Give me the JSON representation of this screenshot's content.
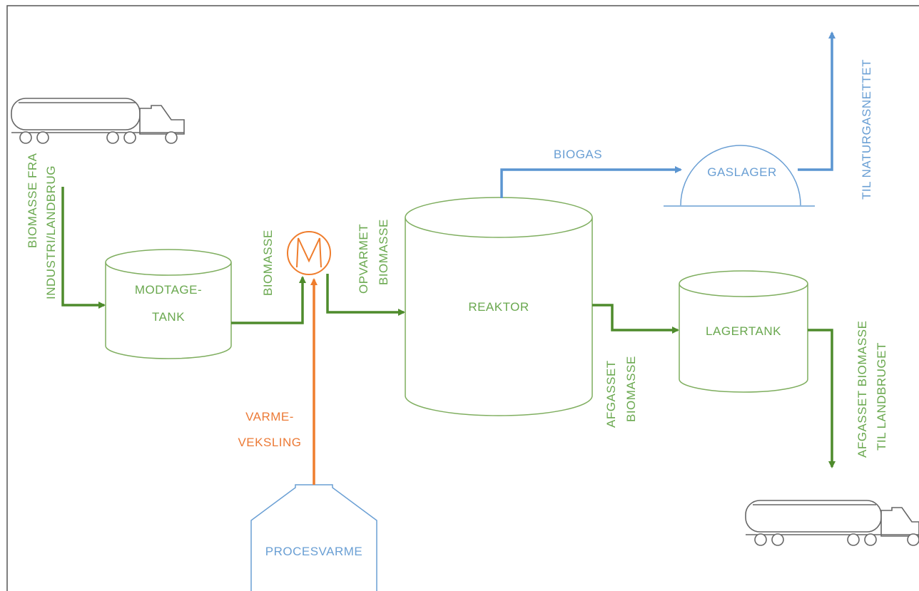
{
  "diagram": {
    "colors": {
      "green_text": "#6aa84f",
      "green_flow": "#4e8b2c",
      "blue_flow": "#5b95d1",
      "orange_flow": "#ef7d2d",
      "outline": "#7fae5f",
      "truck_outline": "#666666"
    },
    "nodes": {
      "modtagetank_line1": "MODTAGE-",
      "modtagetank_line2": "TANK",
      "reaktor": "REAKTOR",
      "lagertank": "LAGERTANK",
      "gaslager": "GASLAGER",
      "procesvarme": "PROCESVARME",
      "heat_exchanger_symbol": "M"
    },
    "edges": {
      "biomasse_fra_line1": "BIOMASSE FRA",
      "biomasse_fra_line2": "INDUSTRI/LANDBRUG",
      "biomasse": "BIOMASSE",
      "opvarmet_line1": "OPVARMET",
      "opvarmet_line2": "BIOMASSE",
      "biogas": "BIOGAS",
      "til_naturgasnettet": "TIL NATURGASNETTET",
      "afgasset_line1": "AFGASSET",
      "afgasset_line2": "BIOMASSE",
      "afgasset_out_line1": "AFGASSET BIOMASSE",
      "afgasset_out_line2": "TIL LANDBRUGET",
      "varme_line1": "VARME-",
      "varme_line2": "VEKSLING"
    },
    "icons": {
      "truck_in": "tanker-truck-icon",
      "truck_out": "tanker-truck-icon"
    }
  }
}
